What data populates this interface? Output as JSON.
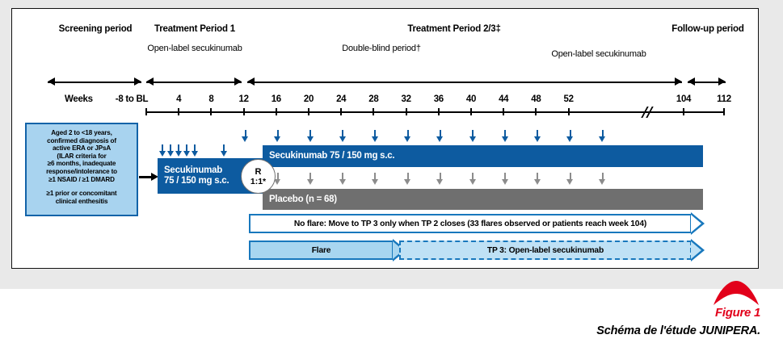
{
  "figure": {
    "number_label": "Figure 1",
    "caption": "Schéma de l'étude JUNIPERA.",
    "accent_color": "#e2001a"
  },
  "colors": {
    "secukinumab_bar": "#0d5ba0",
    "placebo_bar": "#6f6f6f",
    "criteria_fill": "#a8d3ef",
    "criteria_border": "#1263a8",
    "banner_border": "#1878bd",
    "flare_fill": "#a8d6f0",
    "tp3_fill": "#bfe1f5"
  },
  "periods": [
    {
      "id": "screening",
      "label": "Screening period",
      "sub": ""
    },
    {
      "id": "tp1",
      "label": "Treatment Period 1",
      "sub": "Open-label\nsecukinumab"
    },
    {
      "id": "tp23",
      "label": "Treatment Period 2/3‡",
      "sub_left": "Double-blind\nperiod†",
      "sub_right": "Open-label secukinumab"
    },
    {
      "id": "followup",
      "label": "Follow-up period",
      "sub": ""
    }
  ],
  "axis": {
    "row_label": "Weeks",
    "screening_label": "-8 to BL",
    "ticks": [
      "4",
      "8",
      "12",
      "16",
      "20",
      "24",
      "28",
      "32",
      "36",
      "40",
      "44",
      "48",
      "52",
      "104",
      "112"
    ],
    "has_break": true,
    "break_between": [
      "52",
      "104"
    ]
  },
  "criteria": {
    "lines": [
      "Aged 2 to <18 years,",
      "confirmed diagnosis of",
      "active ERA or JPsA",
      "(ILAR criteria for",
      "≥6 months, inadequate",
      "response/intolerance to",
      "≥1 NSAID / ≥1 DMARD"
    ],
    "extra_lines": [
      "≥1 prior or concomitant",
      "clinical enthesitis"
    ]
  },
  "arms": {
    "tp1_box_label": "Secukinumab\n75 / 150 mg s.c.",
    "randomization": {
      "top": "R",
      "bottom": "1:1*"
    },
    "secukinumab_bar_label": "Secukinumab 75 / 150 mg s.c.",
    "placebo_bar_label": "Placebo (n = 68)",
    "tp1_dose_arrow_weeks": [
      0,
      1,
      2,
      3,
      4,
      8
    ],
    "secukinumab_dose_arrow_weeks": [
      12,
      16,
      20,
      24,
      28,
      32,
      36,
      40,
      44,
      48,
      52,
      56
    ],
    "placebo_dose_arrow_weeks": [
      16,
      20,
      24,
      28,
      32,
      36,
      40,
      44,
      48,
      52,
      56
    ]
  },
  "banners": {
    "no_flare": "No flare: Move to TP 3 only when TP 2 closes (33 flares observed or patients reach week 104)",
    "flare": "Flare",
    "tp3": "TP 3: Open-label secukinumab"
  }
}
